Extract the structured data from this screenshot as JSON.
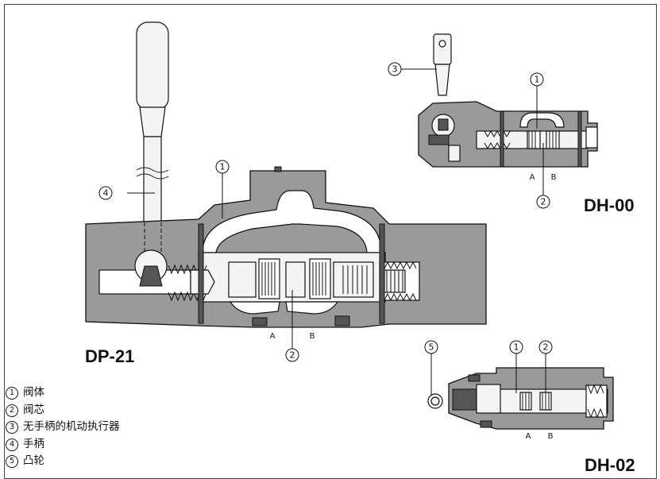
{
  "titles": {
    "dp21": "DP-21",
    "dh00": "DH-00",
    "dh02": "DH-02"
  },
  "callouts": {
    "one": "1",
    "two": "2",
    "three": "3",
    "four": "4",
    "five": "5"
  },
  "ports": {
    "a": "A",
    "b": "B"
  },
  "legend": [
    {
      "num": "1",
      "label": "阀体"
    },
    {
      "num": "2",
      "label": "阀芯"
    },
    {
      "num": "3",
      "label": "无手柄的机动执行器"
    },
    {
      "num": "4",
      "label": "手柄"
    },
    {
      "num": "5",
      "label": "凸轮"
    }
  ]
}
